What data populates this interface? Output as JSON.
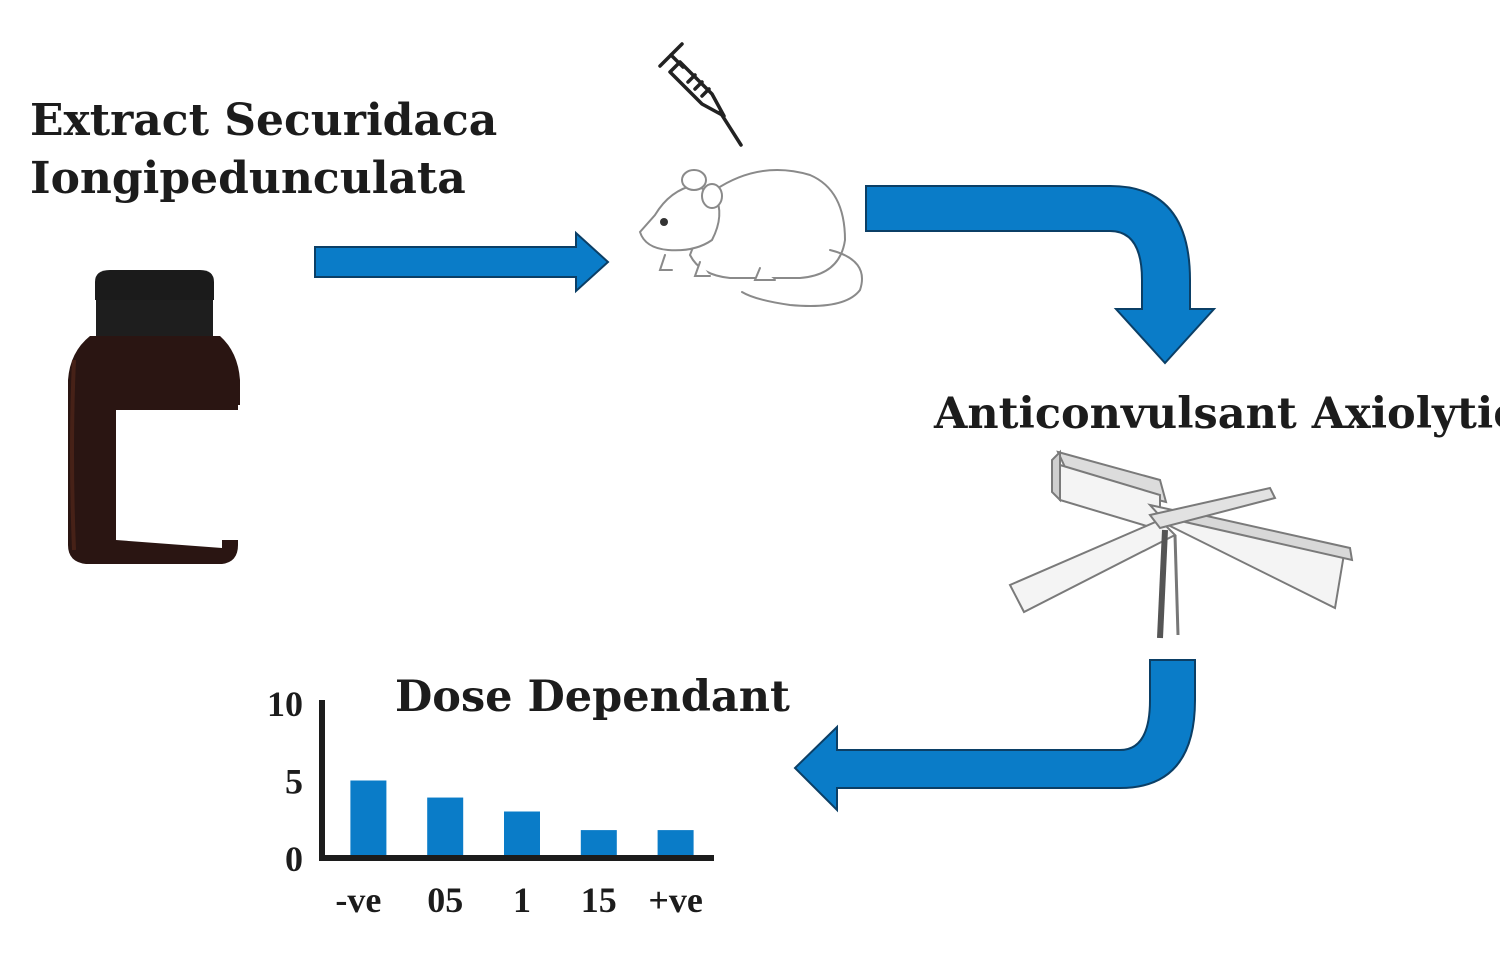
{
  "labels": {
    "extract_line1": "Extract Securidaca",
    "extract_line2": "Iongipedunculata",
    "test_outcome": "Anticonvulsant Axiolytic",
    "result": "Dose Dependant"
  },
  "colors": {
    "arrow": "#0a7cc8",
    "arrow_outline": "#0b3f66",
    "bar": "#0a7cc8",
    "text": "#1c1c1c",
    "bottle": "#2a1512",
    "bottle_cap": "#1b1b1b"
  },
  "icons": [
    "extract-bottle-icon",
    "syringe-icon",
    "mouse-icon",
    "elevated-plus-maze-icon"
  ],
  "chart_data": {
    "type": "bar",
    "categories": [
      "-ve",
      "05",
      "1",
      "15",
      "+ve"
    ],
    "values": [
      5,
      3.9,
      3,
      1.8,
      1.8
    ],
    "yticks": [
      0,
      5,
      10
    ],
    "ylim": [
      0,
      10
    ]
  }
}
